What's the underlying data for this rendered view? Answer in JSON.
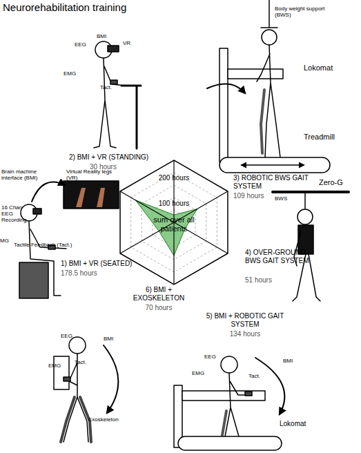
{
  "diagram": {
    "title": "Neurorehabilitation training",
    "nodes": [
      {
        "text": [
          "sum over all patients"
        ]
      }
    ],
    "labels": [
      "BMI",
      "EEG",
      "VR",
      "EMG",
      "Tact.",
      "2) BMI + VR (STANDING)",
      "30 hours",
      "Body weight support (BWS)",
      "Lokomat",
      "Treadmill",
      "3) ROBOTIC BWS GAIT SYSTEM",
      "109 hours",
      "Brain machine interface (BMI)",
      "Virtual Reality legs (VR)",
      "16 Chan EEG Recording",
      "MG",
      "Tactile Feedback (Tact.)",
      "1) BMI + VR (SEATED)",
      "178.5 hours",
      "200 hours",
      "100 hours",
      "Zero-G",
      "BWS",
      "4) OVER-GROUND BWS GAIT SYSTEM",
      "51 hours",
      "6) BMI + EXOSKELETON",
      "70 hours",
      "5) BMI + ROBOTIC GAIT SYSTEM",
      "134 hours",
      "EEG",
      "BMI",
      "EMG",
      "Tact.",
      "Exoskeleton",
      "EEG",
      "BMI",
      "EMG",
      "Tact.",
      "Lokomat"
    ]
  }
}
